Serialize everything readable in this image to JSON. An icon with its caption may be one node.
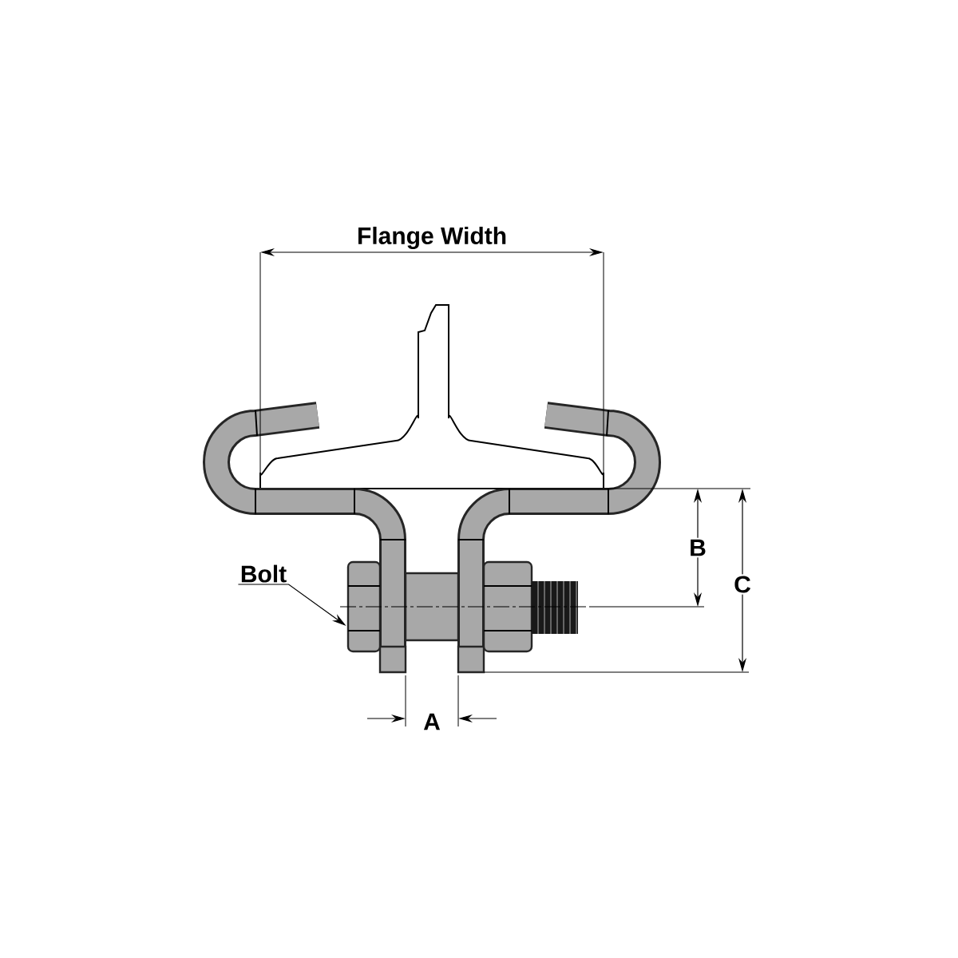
{
  "diagram": {
    "nodes": [
      {
        "text": [
          "Bolt"
        ]
      },
      {
        "text": [],
        "shape": "picture"
      }
    ],
    "edges": [
      {
        "from": 0,
        "to": 1,
        "arrow": "to"
      }
    ],
    "labels": [
      "Flange Width",
      "B",
      "C",
      "A"
    ]
  }
}
